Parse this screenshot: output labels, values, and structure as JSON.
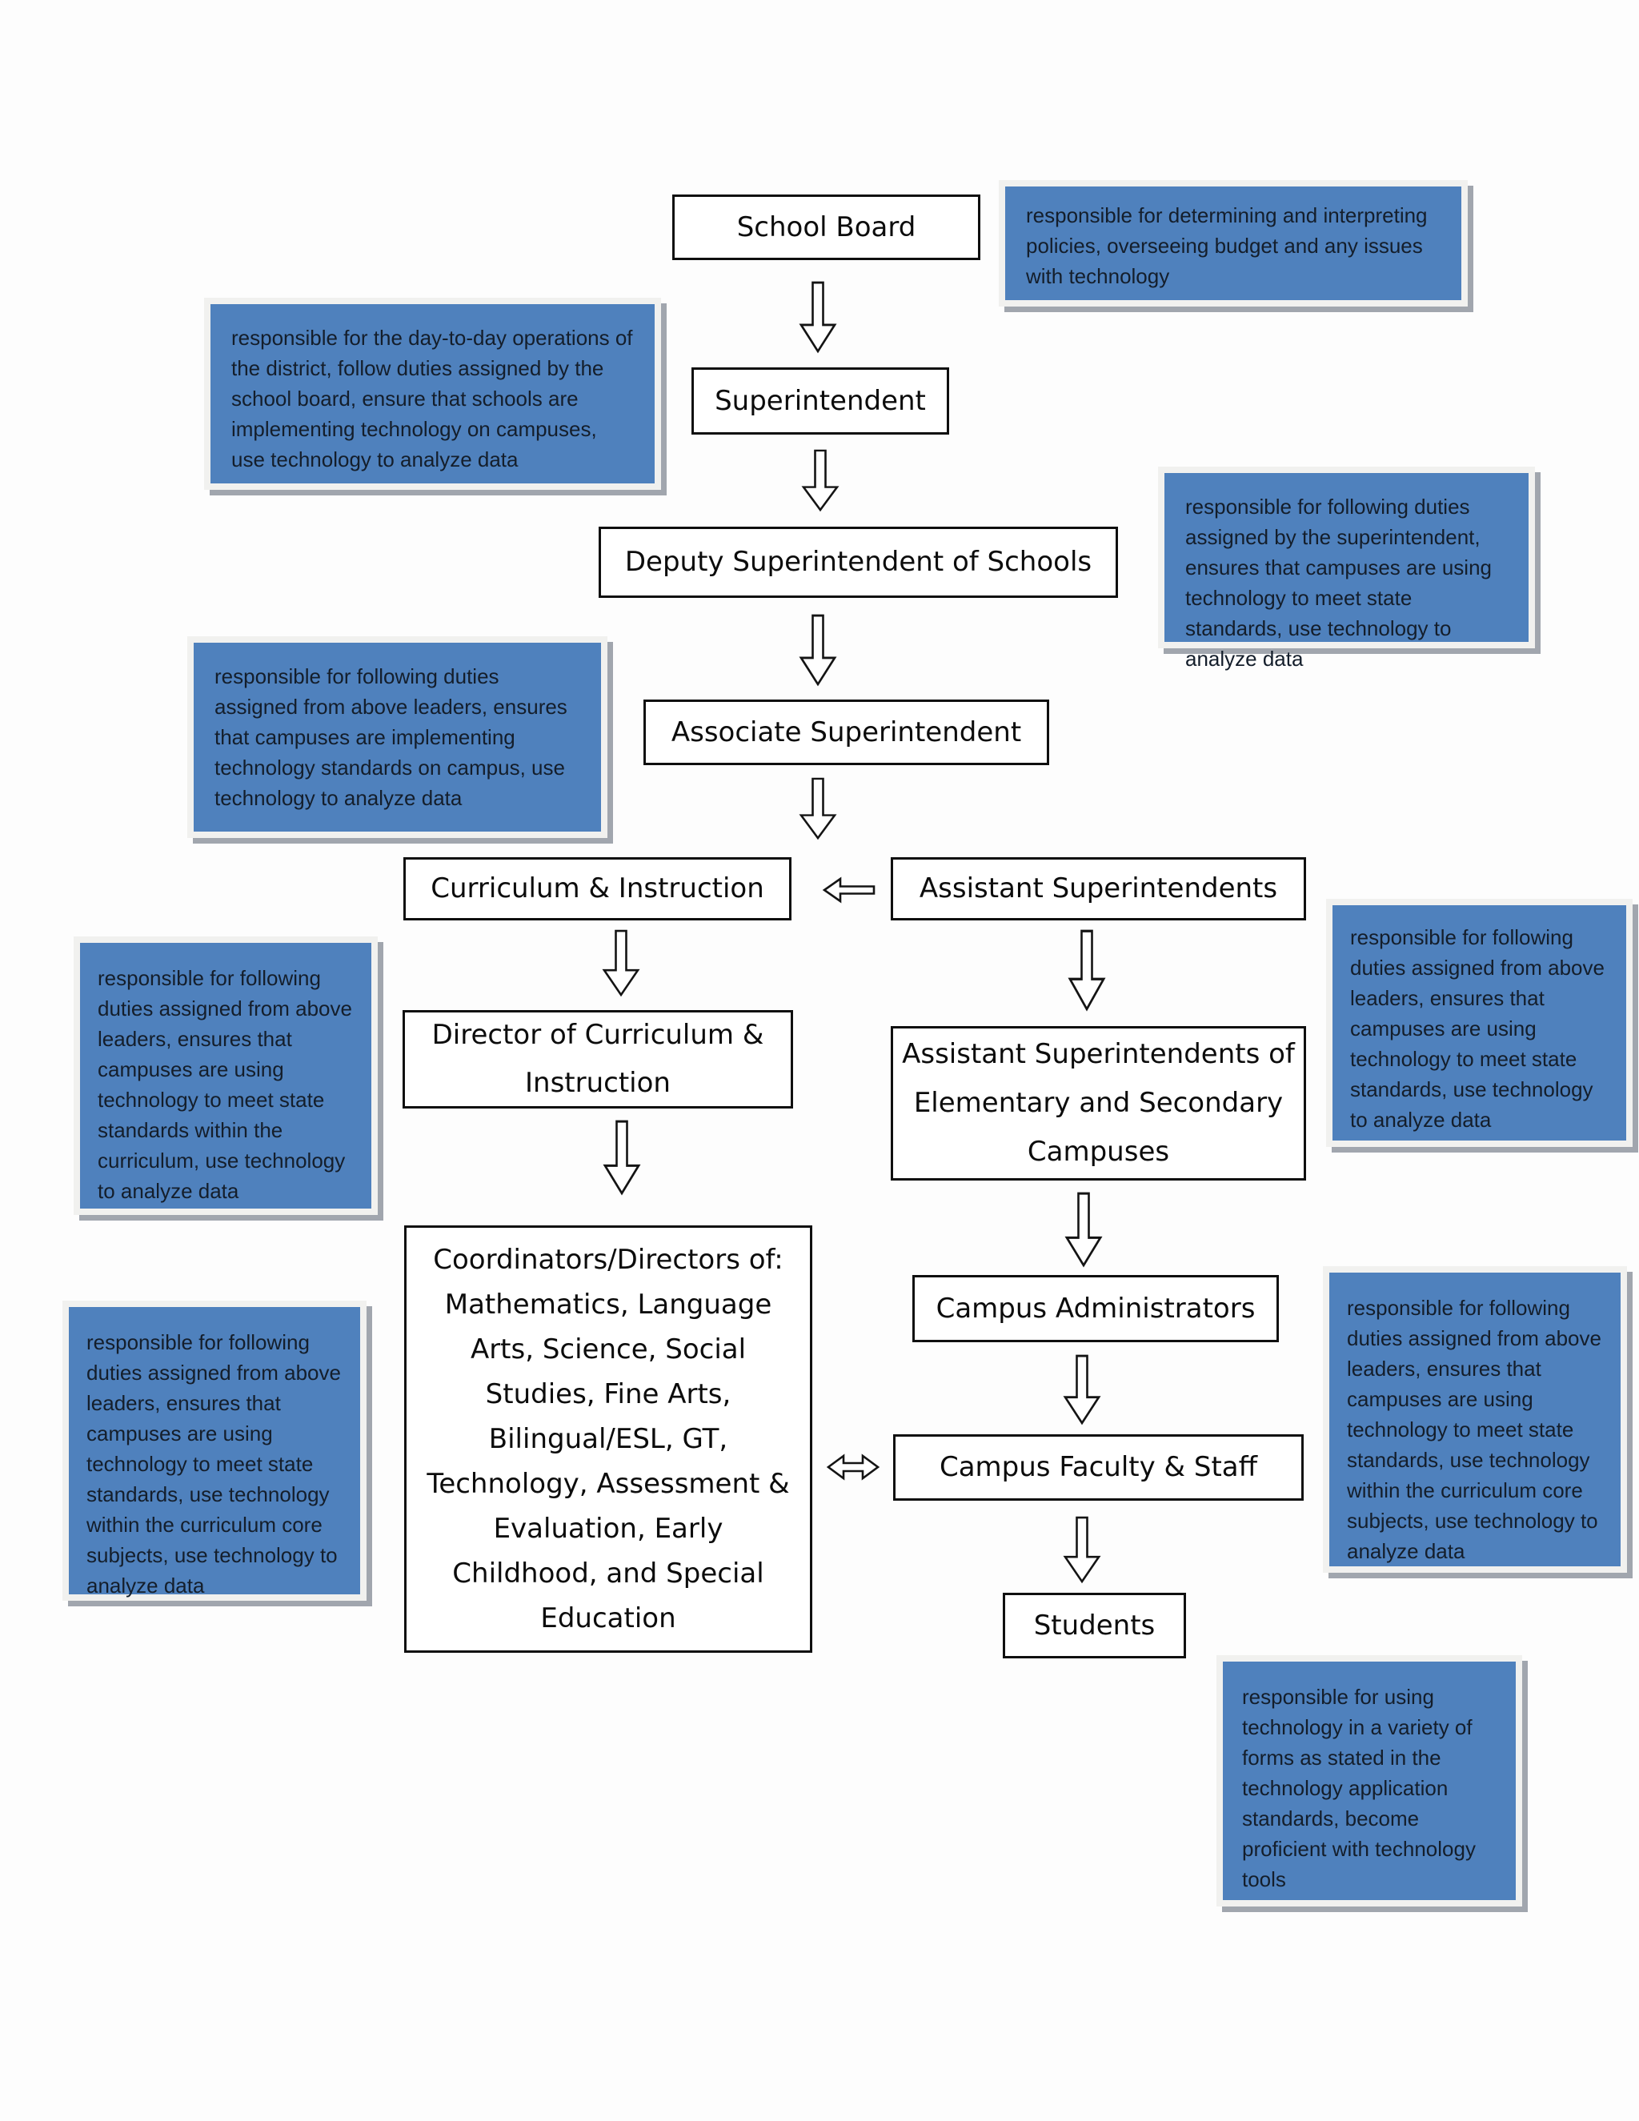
{
  "diagram": {
    "title_hint": "School district technology responsibilities flowchart",
    "nodes": [
      {
        "id": "school-board",
        "label": "School Board"
      },
      {
        "id": "superintendent",
        "label": "Superintendent"
      },
      {
        "id": "deputy-superintendent",
        "label": "Deputy Superintendent of Schools"
      },
      {
        "id": "associate-superintendent",
        "label": "Associate Superintendent"
      },
      {
        "id": "curriculum-instruction",
        "label": "Curriculum & Instruction"
      },
      {
        "id": "assistant-superintendents",
        "label": "Assistant Superintendents"
      },
      {
        "id": "director-curriculum-instruction",
        "label": "Director of Curriculum & Instruction"
      },
      {
        "id": "assistant-superintendents-campuses",
        "label": "Assistant Superintendents of Elementary and Secondary Campuses"
      },
      {
        "id": "coordinators-directors",
        "label": "Coordinators/Directors of: Mathematics, Language Arts, Science, Social Studies, Fine Arts, Bilingual/ESL, GT, Technology, Assessment & Evaluation, Early Childhood, and Special Education"
      },
      {
        "id": "campus-administrators",
        "label": "Campus Administrators"
      },
      {
        "id": "campus-faculty-staff",
        "label": "Campus Faculty & Staff"
      },
      {
        "id": "students",
        "label": "Students"
      }
    ],
    "notes": [
      {
        "id": "note-school-board",
        "text": "responsible for determining and interpreting policies, overseeing budget and any issues with technology"
      },
      {
        "id": "note-superintendent",
        "text": "responsible for the day-to-day operations of the district, follow duties assigned by the school board, ensure that schools are implementing technology on campuses, use technology to analyze data"
      },
      {
        "id": "note-deputy-superintendent",
        "text": "responsible for following duties assigned by the superintendent, ensures that campuses are using technology to meet state standards, use technology to analyze data"
      },
      {
        "id": "note-associate-superintendent",
        "text": "responsible for following duties assigned from above leaders, ensures that campuses are implementing technology standards on campus, use technology to analyze data"
      },
      {
        "id": "note-assistant-superintendents",
        "text": "responsible for following duties assigned from above leaders,  ensures that campuses are using technology to meet state standards, use technology to analyze data"
      },
      {
        "id": "note-director-curriculum",
        "text": "responsible for following duties assigned from above leaders,  ensures that campuses are using technology to meet state standards within the curriculum, use technology to analyze data"
      },
      {
        "id": "note-coordinators",
        "text": "responsible for following duties assigned from above leaders,  ensures that campuses are using technology to meet state standards, use technology within the curriculum core subjects, use technology to analyze data"
      },
      {
        "id": "note-campus-level",
        "text": "responsible for following duties assigned from above leaders,  ensures that campuses are using technology to meet state standards, use technology within the curriculum core subjects, use technology to analyze data"
      },
      {
        "id": "note-students",
        "text": "responsible for using technology in a variety of forms as stated in the technology application standards, become proficient with technology tools"
      }
    ],
    "icons": [
      "arrow-down-icon",
      "arrow-left-icon",
      "arrow-left-right-icon"
    ],
    "colors": {
      "note_fill": "#4f81bd",
      "note_frame": "#f1f1ef",
      "note_shadow": "#9aa1a9",
      "note_text": "#141e2b",
      "node_background": "#ffffff",
      "node_border": "#0f0f0f",
      "node_text": "#0c0c0c",
      "page_background": "#fdfdfd"
    }
  }
}
